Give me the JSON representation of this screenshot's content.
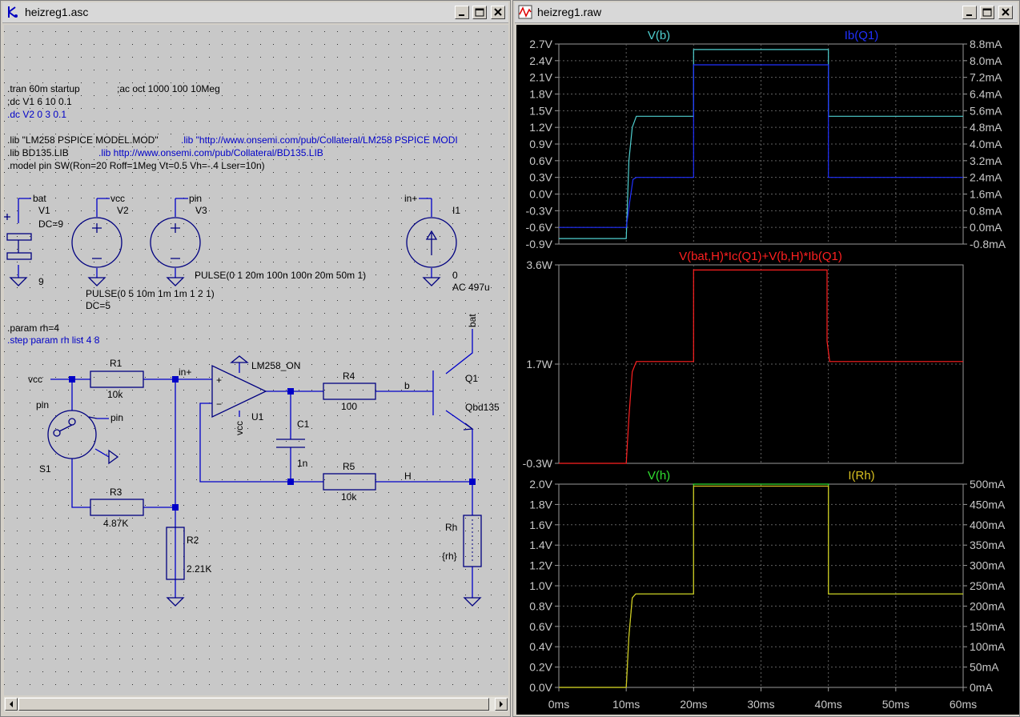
{
  "schematic_window": {
    "title": "heizreg1.asc",
    "directives": [
      {
        "text": ".tran 60m startup",
        "color": "#000000"
      },
      {
        "text": ";ac oct 1000 100 10Meg",
        "color": "#000000"
      },
      {
        "text": ";dc V1 6 10 0.1",
        "color": "#000000"
      },
      {
        "text": ".dc V2 0 3 0.1",
        "color": "#0000c8"
      },
      {
        "text": ".lib \"LM258 PSPICE MODEL.MOD\"",
        "color": "#000000"
      },
      {
        "text": ".lib \"http://www.onsemi.com/pub/Collateral/LM258 PSPICE MODI",
        "color": "#0000c8"
      },
      {
        "text": ".lib BD135.LIB",
        "color": "#000000"
      },
      {
        "text": ".lib http://www.onsemi.com/pub/Collateral/BD135.LIB",
        "color": "#0000c8"
      },
      {
        "text": ".model pin SW(Ron=20 Roff=1Meg Vt=0.5 Vh=-.4 Lser=10n)",
        "color": "#000000"
      },
      {
        "text": ".param rh=4",
        "color": "#000000"
      },
      {
        "text": ".step param rh list 4 8",
        "color": "#0000c8"
      }
    ],
    "labels": {
      "bat_v1": "bat",
      "v1": "V1",
      "v1_dc": "DC=9",
      "v1_gnd": "9",
      "vcc_v2": "vcc",
      "v2": "V2",
      "pin_v3": "pin",
      "v3": "V3",
      "v3_pulse": "PULSE(0 1 20m 100n 100n 20m 50m 1)",
      "v2_pulse": "PULSE(0 5 10m 1m 1m 1 2 1)",
      "v2_dc": "DC=5",
      "inplus_i1": "in+",
      "i1": "I1",
      "i1_val": "0",
      "i1_ac": "AC 497u",
      "bat_q1": "bat",
      "vcc_r1": "vcc",
      "r1": "R1",
      "r1_val": "10k",
      "inplus_node": "in+",
      "lm258": "LM258_ON",
      "u1": "U1",
      "vcc_u1": "vcc",
      "plus": "+",
      "minus": "−",
      "r4": "R4",
      "r4_val": "100",
      "node_b": "b",
      "q1": "Q1",
      "q1_model": "Qbd135",
      "c1": "C1",
      "c1_val": "1n",
      "r5": "R5",
      "r5_val": "10k",
      "node_h": "H",
      "pin_s1": "pin",
      "pin_s1b": "pin",
      "s1": "S1",
      "r3": "R3",
      "r3_val": "4.87K",
      "r2": "R2",
      "r2_val": "2.21K",
      "rh": "Rh",
      "rh_val": "{rh}"
    }
  },
  "waveform_window": {
    "title": "heizreg1.raw",
    "panes": [
      {
        "left_trace": "V(b)",
        "left_color": "#4fd0d0",
        "right_trace": "Ib(Q1)",
        "right_color": "#2030ff",
        "left_ticks": [
          "2.7V",
          "2.4V",
          "2.1V",
          "1.8V",
          "1.5V",
          "1.2V",
          "0.9V",
          "0.6V",
          "0.3V",
          "0.0V",
          "-0.3V",
          "-0.6V",
          "-0.9V"
        ],
        "right_ticks": [
          "8.8mA",
          "8.0mA",
          "7.2mA",
          "6.4mA",
          "5.6mA",
          "4.8mA",
          "4.0mA",
          "3.2mA",
          "2.4mA",
          "1.6mA",
          "0.8mA",
          "0.0mA",
          "-0.8mA"
        ]
      },
      {
        "center_trace": "V(bat,H)*Ic(Q1)+V(b,H)*Ib(Q1)",
        "center_color": "#ff2020",
        "left_ticks": [
          "3.6W",
          "1.7W",
          "-0.3W"
        ]
      },
      {
        "left_trace": "V(h)",
        "left_color": "#30e030",
        "right_trace": "I(Rh)",
        "right_color": "#d8c020",
        "left_ticks": [
          "2.0V",
          "1.8V",
          "1.6V",
          "1.4V",
          "1.2V",
          "1.0V",
          "0.8V",
          "0.6V",
          "0.4V",
          "0.2V",
          "0.0V"
        ],
        "right_ticks": [
          "500mA",
          "450mA",
          "400mA",
          "350mA",
          "300mA",
          "250mA",
          "200mA",
          "150mA",
          "100mA",
          "50mA",
          "0mA"
        ]
      }
    ],
    "x_ticks": [
      "0ms",
      "10ms",
      "20ms",
      "30ms",
      "40ms",
      "50ms",
      "60ms"
    ],
    "label_color": "#c8c8c8",
    "grid_color": "#606060"
  },
  "chart_data": [
    {
      "type": "line",
      "xlabel": "",
      "ylabel": "",
      "x_unit": "ms",
      "xlim": [
        0,
        60
      ],
      "ylim": [
        -0.9,
        2.7
      ],
      "y2lim": [
        -0.8,
        8.8
      ],
      "series": [
        {
          "name": "V(b)",
          "axis": "left",
          "color": "#4fd0d0",
          "x": [
            0,
            10,
            10.4,
            10.9,
            11.5,
            12,
            20,
            20,
            40,
            40,
            60
          ],
          "y": [
            -0.8,
            -0.8,
            0.6,
            1.2,
            1.4,
            1.4,
            1.4,
            2.6,
            2.6,
            1.4,
            1.4
          ]
        },
        {
          "name": "Ib(Q1)",
          "axis": "right",
          "color": "#2030ff",
          "x": [
            0,
            10,
            10.5,
            11,
            11.5,
            20,
            20,
            40,
            40,
            60
          ],
          "y": [
            0.0,
            0.0,
            1.2,
            2.3,
            2.4,
            2.4,
            7.8,
            7.8,
            2.4,
            2.4
          ]
        }
      ]
    },
    {
      "type": "line",
      "xlabel": "",
      "ylabel": "",
      "x_unit": "ms",
      "xlim": [
        0,
        60
      ],
      "ylim": [
        -0.3,
        3.6
      ],
      "series": [
        {
          "name": "V(bat,H)*Ic(Q1)+V(b,H)*Ib(Q1)",
          "axis": "left",
          "color": "#ff2020",
          "x": [
            0,
            10,
            10.4,
            10.9,
            11.5,
            20,
            20,
            39.8,
            39.8,
            40.2,
            60
          ],
          "y": [
            -0.3,
            -0.3,
            0.6,
            1.5,
            1.7,
            1.7,
            3.5,
            3.5,
            2.1,
            1.7,
            1.7
          ]
        }
      ]
    },
    {
      "type": "line",
      "xlabel": "",
      "ylabel": "",
      "x_unit": "ms",
      "xlim": [
        0,
        60
      ],
      "ylim": [
        0.0,
        2.0
      ],
      "y2lim": [
        0,
        500
      ],
      "series": [
        {
          "name": "V(h)",
          "axis": "left",
          "color": "#30e030",
          "x": [
            0,
            10,
            10.4,
            10.9,
            11.4,
            20,
            20,
            40,
            40,
            60
          ],
          "y": [
            0.0,
            0.0,
            0.5,
            0.88,
            0.92,
            0.92,
            2.0,
            2.0,
            0.92,
            0.92
          ]
        },
        {
          "name": "I(Rh)",
          "axis": "right",
          "color": "#d8c020",
          "x": [
            0,
            10,
            10.4,
            10.9,
            11.4,
            20,
            20,
            40,
            40,
            60
          ],
          "y": [
            0,
            0,
            125,
            220,
            230,
            230,
            495,
            495,
            230,
            230
          ]
        }
      ]
    }
  ]
}
